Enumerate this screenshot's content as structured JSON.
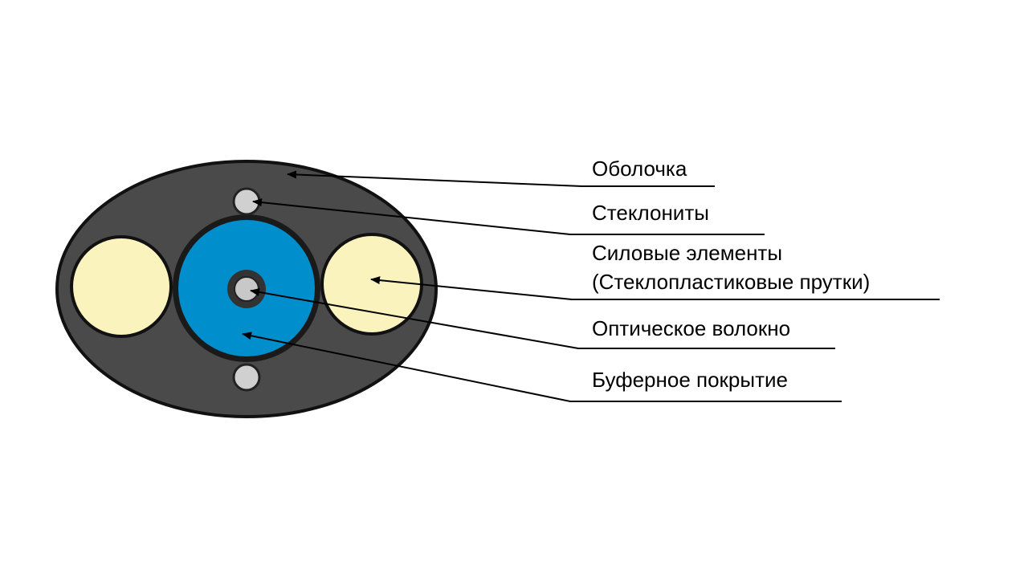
{
  "labels": {
    "sheath": "Оболочка",
    "glass_threads": "Стеклониты",
    "strength_members_line1": "Силовые элементы",
    "strength_members_line2": "(Стеклопластиковые прутки)",
    "optical_fiber": "Оптическое волокно",
    "buffer_coating": "Буферное покрытие"
  },
  "colors": {
    "sheath": "#4a4a4a",
    "outline": "#1a1a1a",
    "strength_member": "#fbf3bd",
    "buffer": "#008fcc",
    "fiber": "#c8c8c8",
    "glass_thread": "#d0d0d0",
    "leader": "#000000"
  }
}
